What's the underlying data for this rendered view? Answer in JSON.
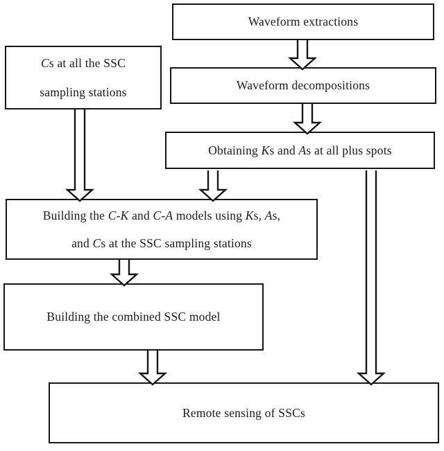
{
  "colors": {
    "background": "#ffffff",
    "line": "#151515",
    "text": "#1a1a1a"
  },
  "boxes": {
    "waveform_extractions": {
      "label": "Waveform extractions"
    },
    "cs_sampling_stations": {
      "line1": [
        {
          "t": "C",
          "i": true
        },
        {
          "t": "s at all the SSC"
        }
      ],
      "line2": [
        {
          "t": "sampling stations"
        }
      ]
    },
    "waveform_decompositions": {
      "label": "Waveform decompositions"
    },
    "obtaining_k_a": {
      "line1": [
        {
          "t": "Obtaining "
        },
        {
          "t": "K",
          "i": true
        },
        {
          "t": "s and "
        },
        {
          "t": "A",
          "i": true
        },
        {
          "t": "s at all plus spots"
        }
      ]
    },
    "building_ck_ca_models": {
      "line1": [
        {
          "t": "Building the "
        },
        {
          "t": "C-K",
          "i": true
        },
        {
          "t": " and "
        },
        {
          "t": "C-A",
          "i": true
        },
        {
          "t": " models using "
        },
        {
          "t": "K",
          "i": true
        },
        {
          "t": "s, "
        },
        {
          "t": "A",
          "i": true
        },
        {
          "t": "s,"
        }
      ],
      "line2": [
        {
          "t": "and "
        },
        {
          "t": "C",
          "i": true
        },
        {
          "t": "s at the SSC sampling stations"
        }
      ]
    },
    "building_combined_ssc": {
      "label": "Building the combined SSC model"
    },
    "remote_sensing_sscs": {
      "label": "Remote sensing of SSCs"
    }
  },
  "arrows": [
    {
      "from": "waveform_extractions",
      "to": "waveform_decompositions"
    },
    {
      "from": "waveform_decompositions",
      "to": "obtaining_k_a"
    },
    {
      "from": "cs_sampling_stations",
      "to": "building_ck_ca_models"
    },
    {
      "from": "obtaining_k_a",
      "to": "building_ck_ca_models"
    },
    {
      "from": "obtaining_k_a",
      "to": "remote_sensing_sscs"
    },
    {
      "from": "building_ck_ca_models",
      "to": "building_combined_ssc"
    },
    {
      "from": "building_combined_ssc",
      "to": "remote_sensing_sscs"
    }
  ]
}
